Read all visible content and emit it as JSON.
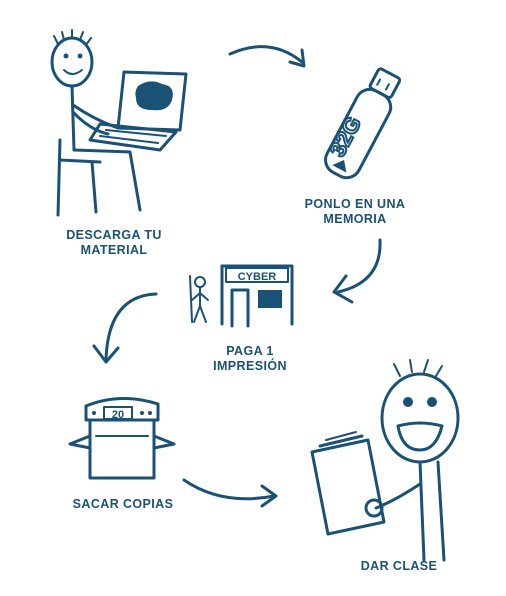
{
  "steps": [
    {
      "id": "descarga",
      "line1": "DESCARGA TU",
      "line2": "MATERIAL"
    },
    {
      "id": "memoria",
      "line1": "PONLO EN UNA",
      "line2": "MEMORIA"
    },
    {
      "id": "paga",
      "line1": "PAGA 1",
      "line2": "IMPRESIÓN"
    },
    {
      "id": "copias",
      "line1": "SACAR COPIAS",
      "line2": ""
    },
    {
      "id": "clase",
      "line1": "DAR CLASE",
      "line2": ""
    }
  ],
  "drawing_text": {
    "usb_capacity": "32G",
    "cyber_sign": "CYBER",
    "copier_counter": "20"
  },
  "colors": {
    "ink": "#1a5276",
    "background": "#ffffff"
  }
}
